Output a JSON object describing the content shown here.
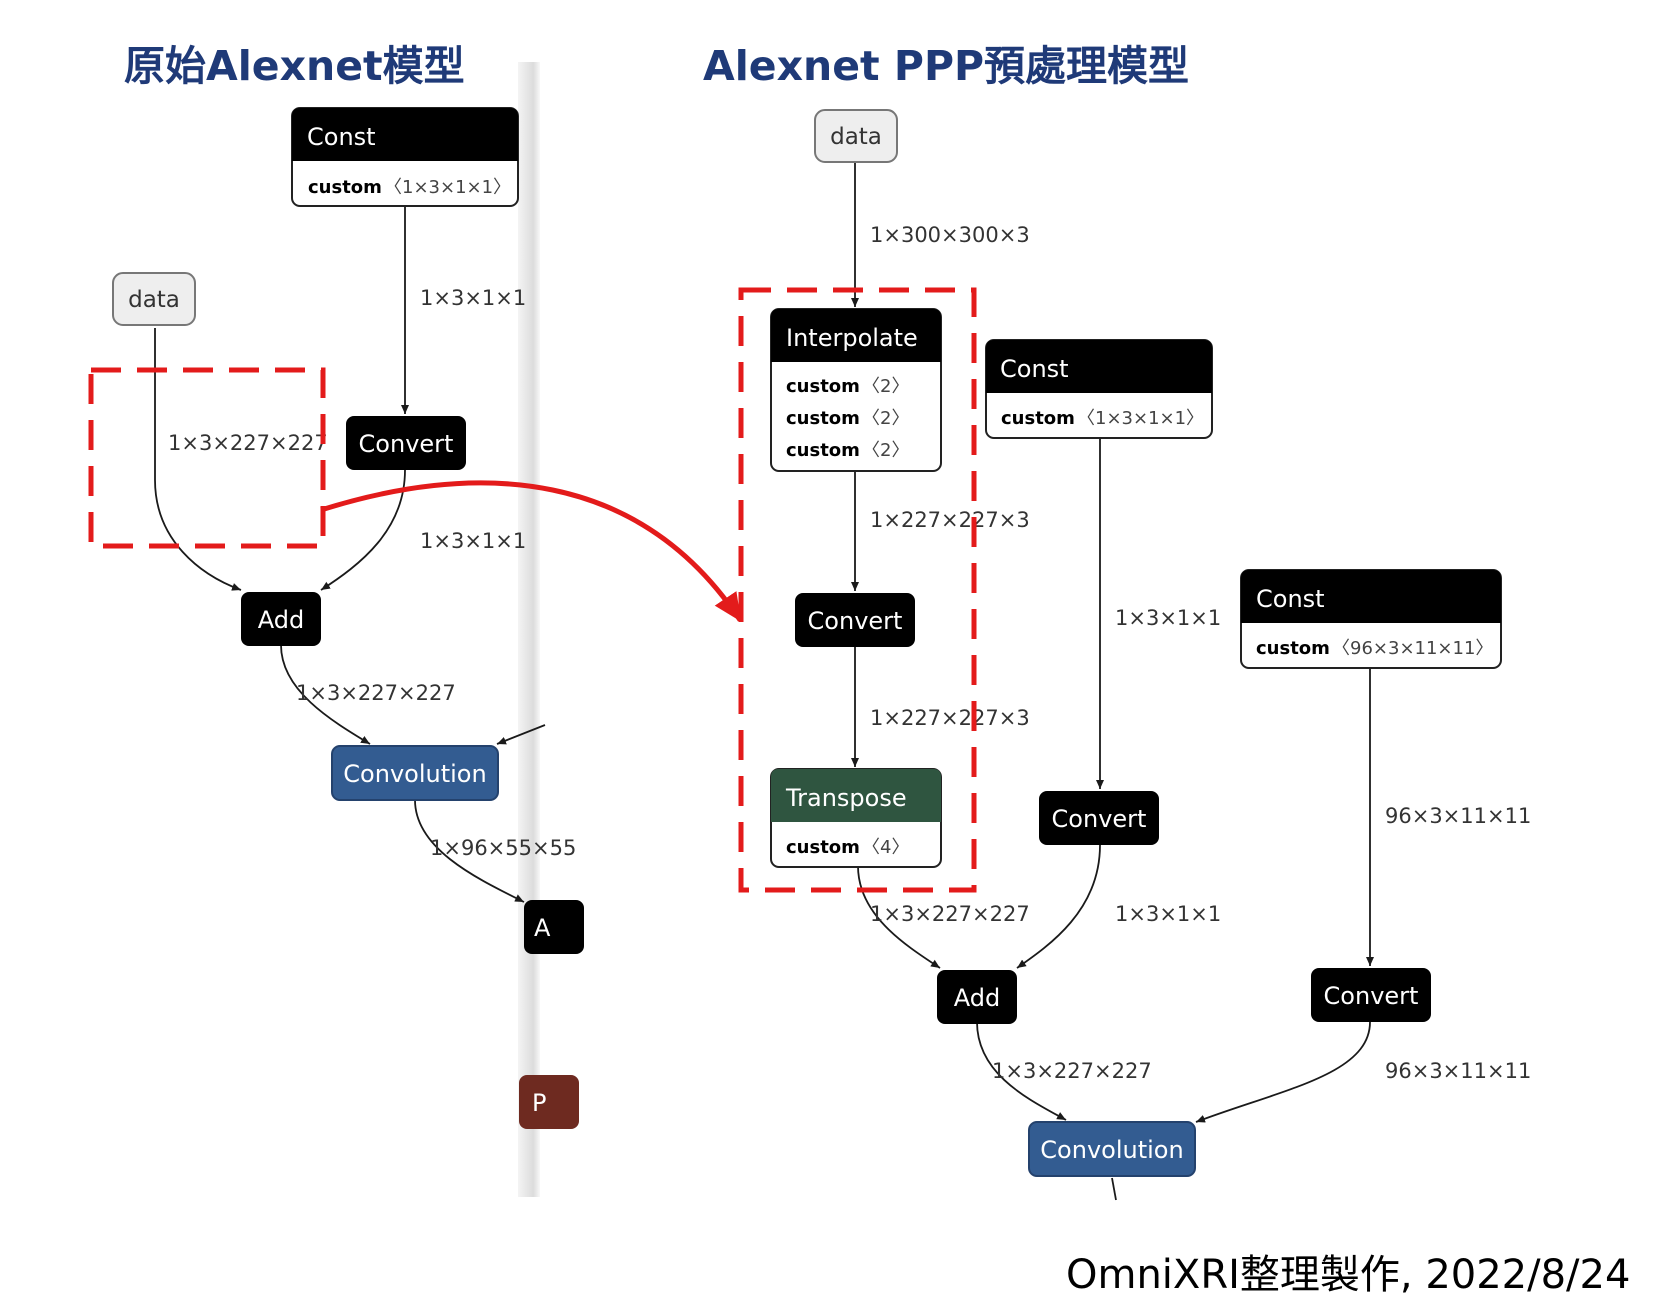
{
  "titles": {
    "left": "原始Alexnet模型",
    "right": "Alexnet PPP預處理模型"
  },
  "footer": "OmniXRI整理製作, 2022/8/24",
  "colors": {
    "title": "#1f3a78",
    "node_black": "#000000",
    "convolution": "#335c91",
    "transpose": "#2f5540",
    "pooling": "#6e2a20",
    "highlight": "#e31b1b",
    "edge": "#1a1a1a"
  },
  "left_graph": {
    "nodes": {
      "const_title": "Const",
      "const_attr_key": "custom",
      "const_attr_val": "〈1×3×1×1〉",
      "data": "data",
      "convert": "Convert",
      "add": "Add",
      "convolution": "Convolution",
      "cut_node_1": "A",
      "cut_node_2": "P"
    },
    "edges": {
      "const_to_convert": "1×3×1×1",
      "data_to_add": "1×3×227×227",
      "convert_to_add": "1×3×1×1",
      "add_to_conv": "1×3×227×227",
      "conv_out": "1×96×55×55"
    }
  },
  "right_graph": {
    "nodes": {
      "data": "data",
      "interpolate_title": "Interpolate",
      "interpolate_attrs": [
        {
          "key": "custom",
          "val": "〈2〉"
        },
        {
          "key": "custom",
          "val": "〈2〉"
        },
        {
          "key": "custom",
          "val": "〈2〉"
        }
      ],
      "convert_a": "Convert",
      "transpose_title": "Transpose",
      "transpose_attr_key": "custom",
      "transpose_attr_val": "〈4〉",
      "const1_title": "Const",
      "const1_attr_key": "custom",
      "const1_attr_val": "〈1×3×1×1〉",
      "convert_b": "Convert",
      "const2_title": "Const",
      "const2_attr_key": "custom",
      "const2_attr_val": "〈96×3×11×11〉",
      "convert_c": "Convert",
      "add": "Add",
      "convolution": "Convolution"
    },
    "edges": {
      "data_to_interp": "1×300×300×3",
      "interp_to_convert": "1×227×227×3",
      "convert_to_transpose": "1×227×227×3",
      "transpose_to_add": "1×3×227×227",
      "const1_to_convert": "1×3×1×1",
      "convert_b_to_add": "1×3×1×1",
      "const2_to_convert": "96×3×11×11",
      "add_to_conv": "1×3×227×227",
      "convert_c_to_conv": "96×3×11×11"
    }
  }
}
